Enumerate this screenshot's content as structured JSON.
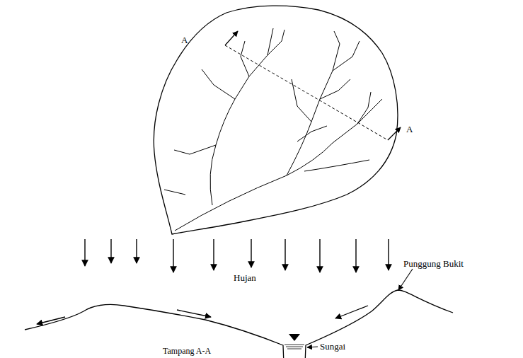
{
  "diagram": {
    "labels": [
      "A",
      "A",
      "Hujan",
      "Punggung Bukit",
      "Sungai",
      "Tampang A-A"
    ]
  }
}
